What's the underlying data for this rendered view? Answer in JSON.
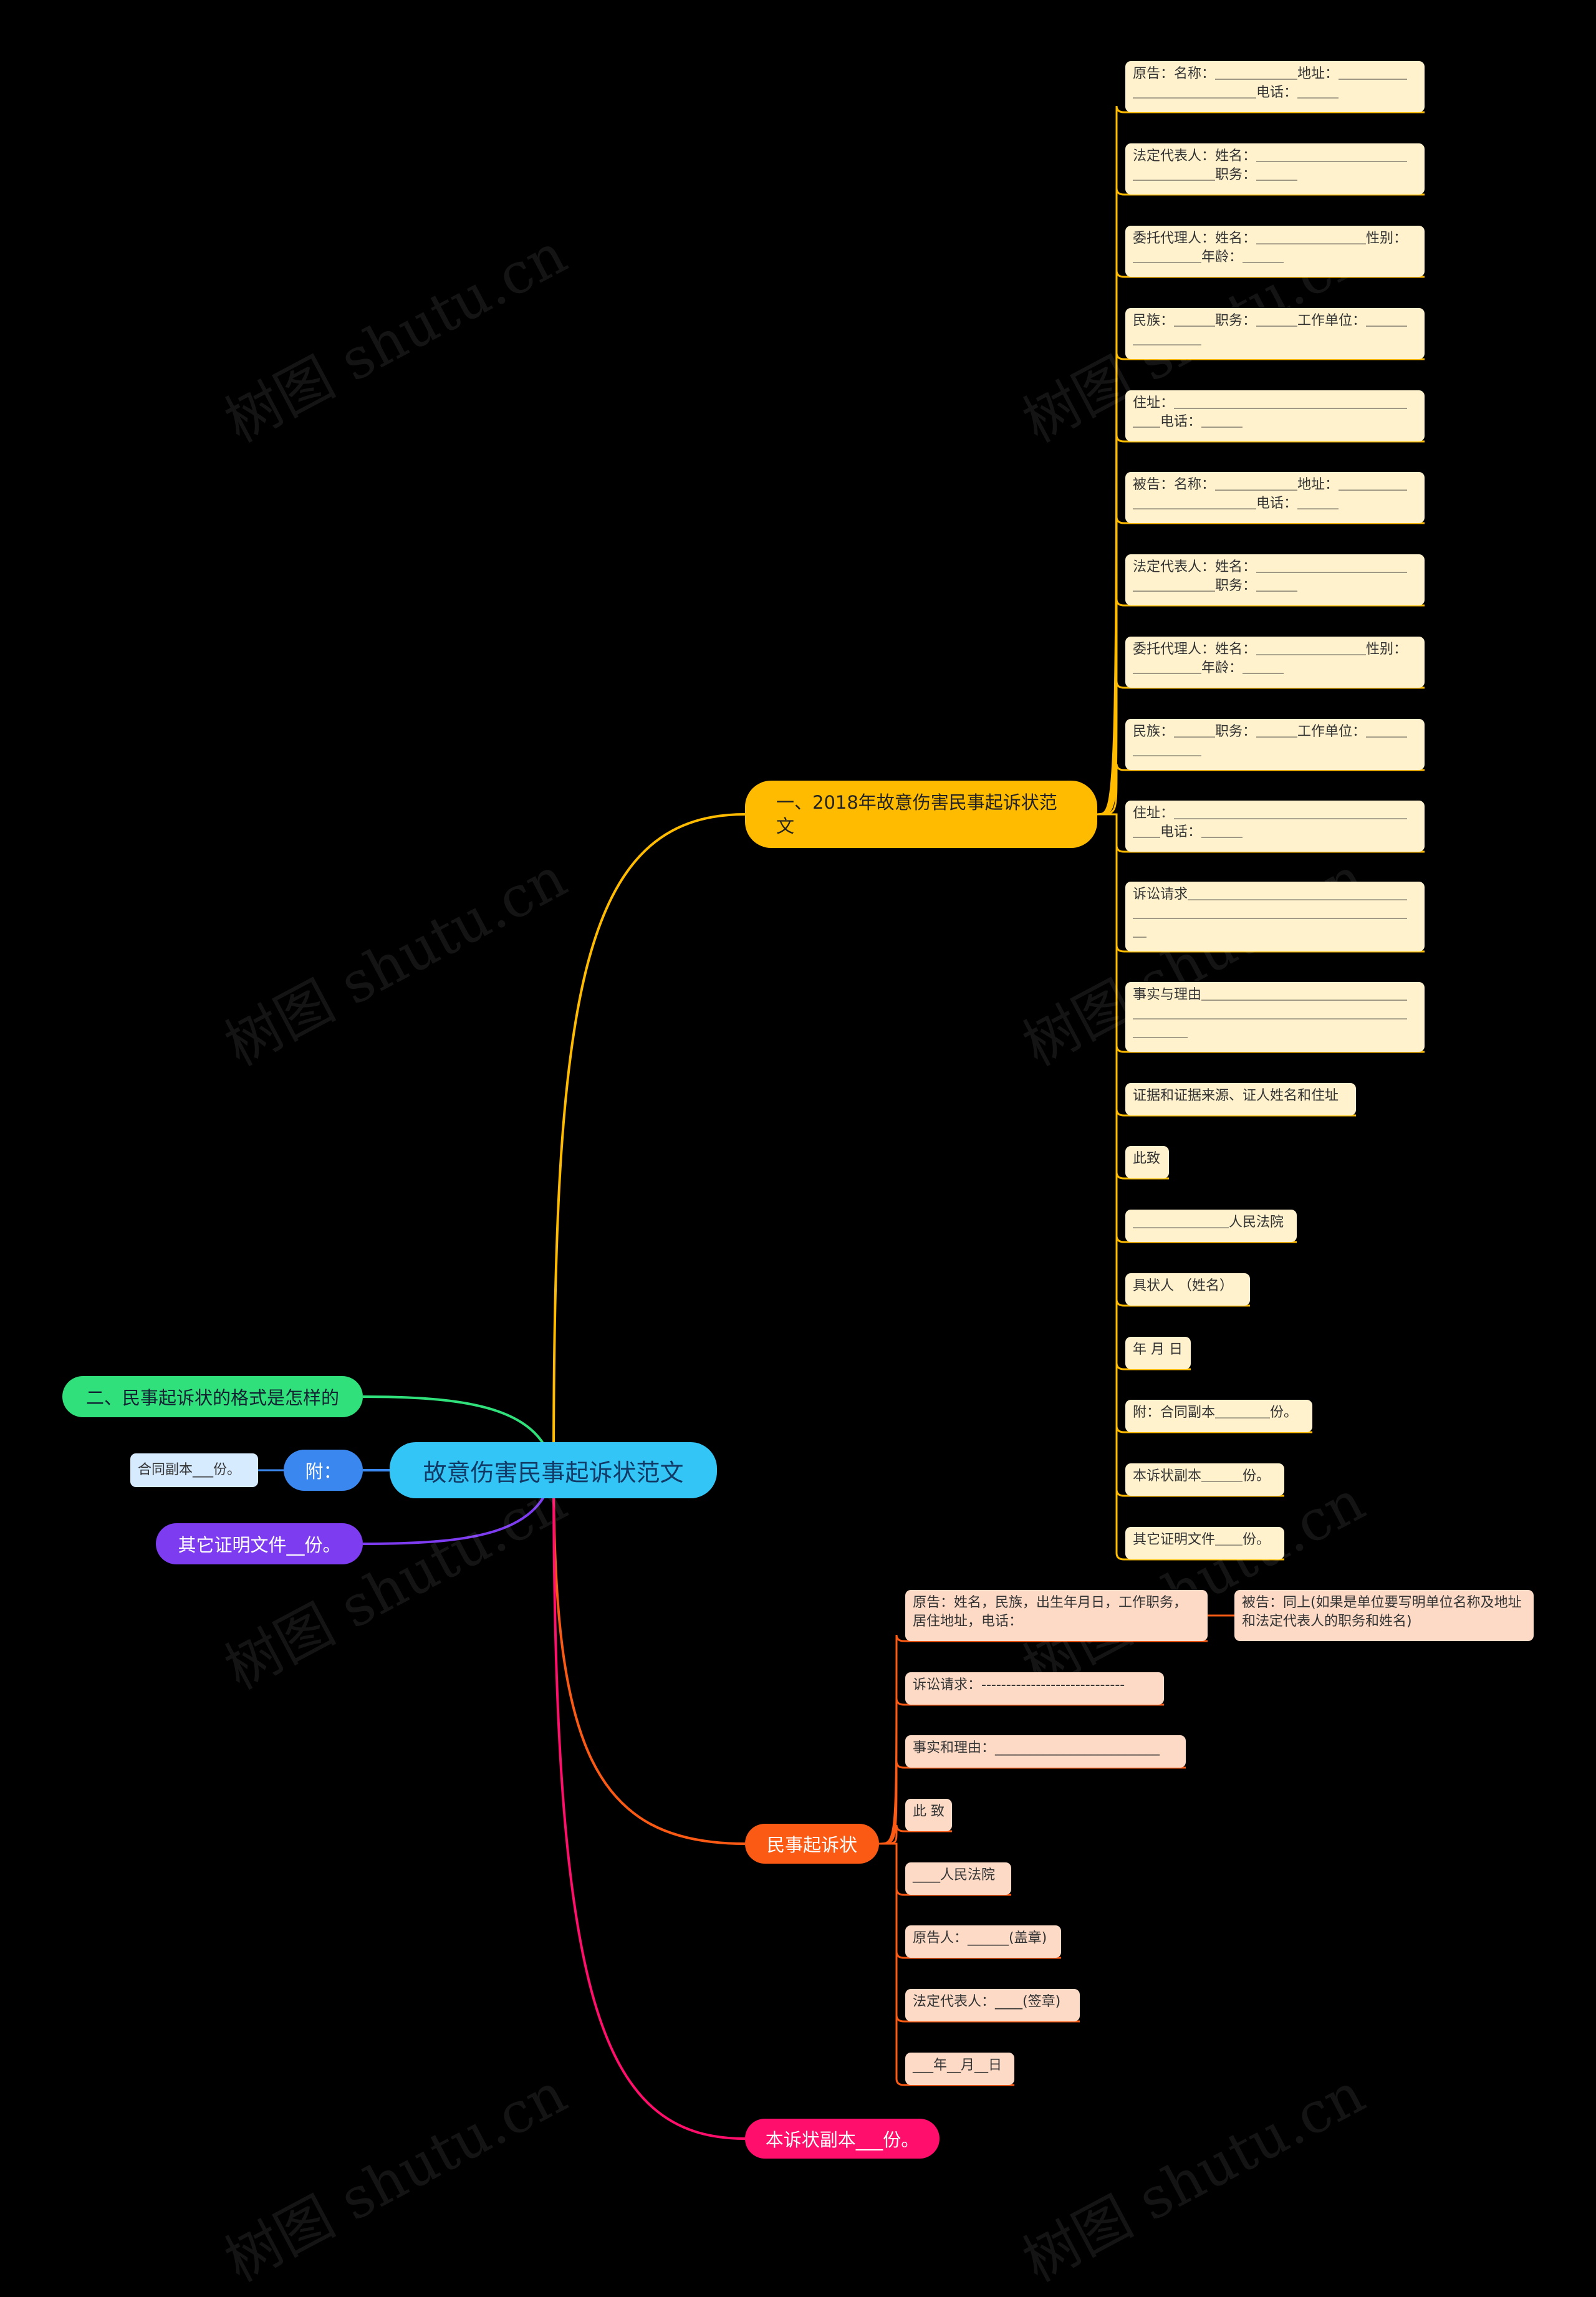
{
  "colors": {
    "background": "#000000",
    "root": "#33c5f5",
    "branch_1": "#ffbb00",
    "branch_2": "#fa5a14",
    "branch_3": "#ff0f6b",
    "branch_4": "#30e07a",
    "branch_5": "#3b87f0",
    "branch_6": "#7d3cf0",
    "leaf_yellow": "#fff2cc",
    "leaf_peach": "#fcdac6",
    "leaf_blue": "#d7ebff"
  },
  "root": {
    "label": "故意伤害民事起诉状范文"
  },
  "branches": {
    "sample": {
      "label": "一、2018年故意伤害民事起诉状范文",
      "items": [
        "原告：名称：＿＿＿＿＿＿地址：＿＿＿＿＿＿＿＿＿＿＿＿＿＿电话：＿＿＿",
        "法定代表人：姓名：＿＿＿＿＿＿＿＿＿＿＿＿＿＿＿＿＿职务：＿＿＿",
        "委托代理人：姓名：＿＿＿＿＿＿＿＿性别：＿＿＿＿＿年龄：＿＿＿",
        "民族：＿＿＿职务：＿＿＿工作单位：＿＿＿＿＿＿＿＿",
        "住址：＿＿＿＿＿＿＿＿＿＿＿＿＿＿＿＿＿＿＿电话：＿＿＿",
        "被告：名称：＿＿＿＿＿＿地址：＿＿＿＿＿＿＿＿＿＿＿＿＿＿电话：＿＿＿",
        "法定代表人：姓名：＿＿＿＿＿＿＿＿＿＿＿＿＿＿＿＿＿职务：＿＿＿",
        "委托代理人：姓名：＿＿＿＿＿＿＿＿性别：＿＿＿＿＿年龄：＿＿＿",
        "民族：＿＿＿职务：＿＿＿工作单位：＿＿＿＿＿＿＿＿",
        "住址：＿＿＿＿＿＿＿＿＿＿＿＿＿＿＿＿＿＿＿电话：＿＿＿",
        "诉讼请求＿＿＿＿＿＿＿＿＿＿＿＿＿＿＿＿＿＿＿＿＿＿＿＿＿＿＿＿＿＿＿＿＿＿＿＿＿",
        "事实与理由＿＿＿＿＿＿＿＿＿＿＿＿＿＿＿＿＿＿＿＿＿＿＿＿＿＿＿＿＿＿＿＿＿＿＿＿＿＿＿",
        "证据和证据来源、证人姓名和住址",
        "此致",
        "＿＿＿＿＿＿＿人民法院",
        "具状人 （姓名）",
        "年 月 日",
        "附：合同副本＿＿＿＿份。",
        "本诉状副本＿＿＿份。",
        "其它证明文件＿＿份。"
      ]
    },
    "complaint": {
      "label": "民事起诉状",
      "items": [
        "原告：姓名，民族，出生年月日，工作职务，居住地址，电话：",
        "诉讼请求：-----------------------------",
        "事实和理由：________________________",
        "此 致",
        "____人民法院",
        "原告人：______(盖章)",
        "法定代表人：____(签章)",
        "___年__月__日"
      ],
      "sub_item": "被告：同上(如果是单位要写明单位名称及地址和法定代表人的职务和姓名)"
    },
    "copies": {
      "label": "本诉状副本___份。"
    },
    "format": {
      "label": "二、民事起诉状的格式是怎样的"
    },
    "attachment": {
      "label": "附：",
      "child": "合同副本___份。"
    },
    "other_docs": {
      "label": "其它证明文件__份。"
    }
  },
  "watermark": "树图 shutu.cn"
}
